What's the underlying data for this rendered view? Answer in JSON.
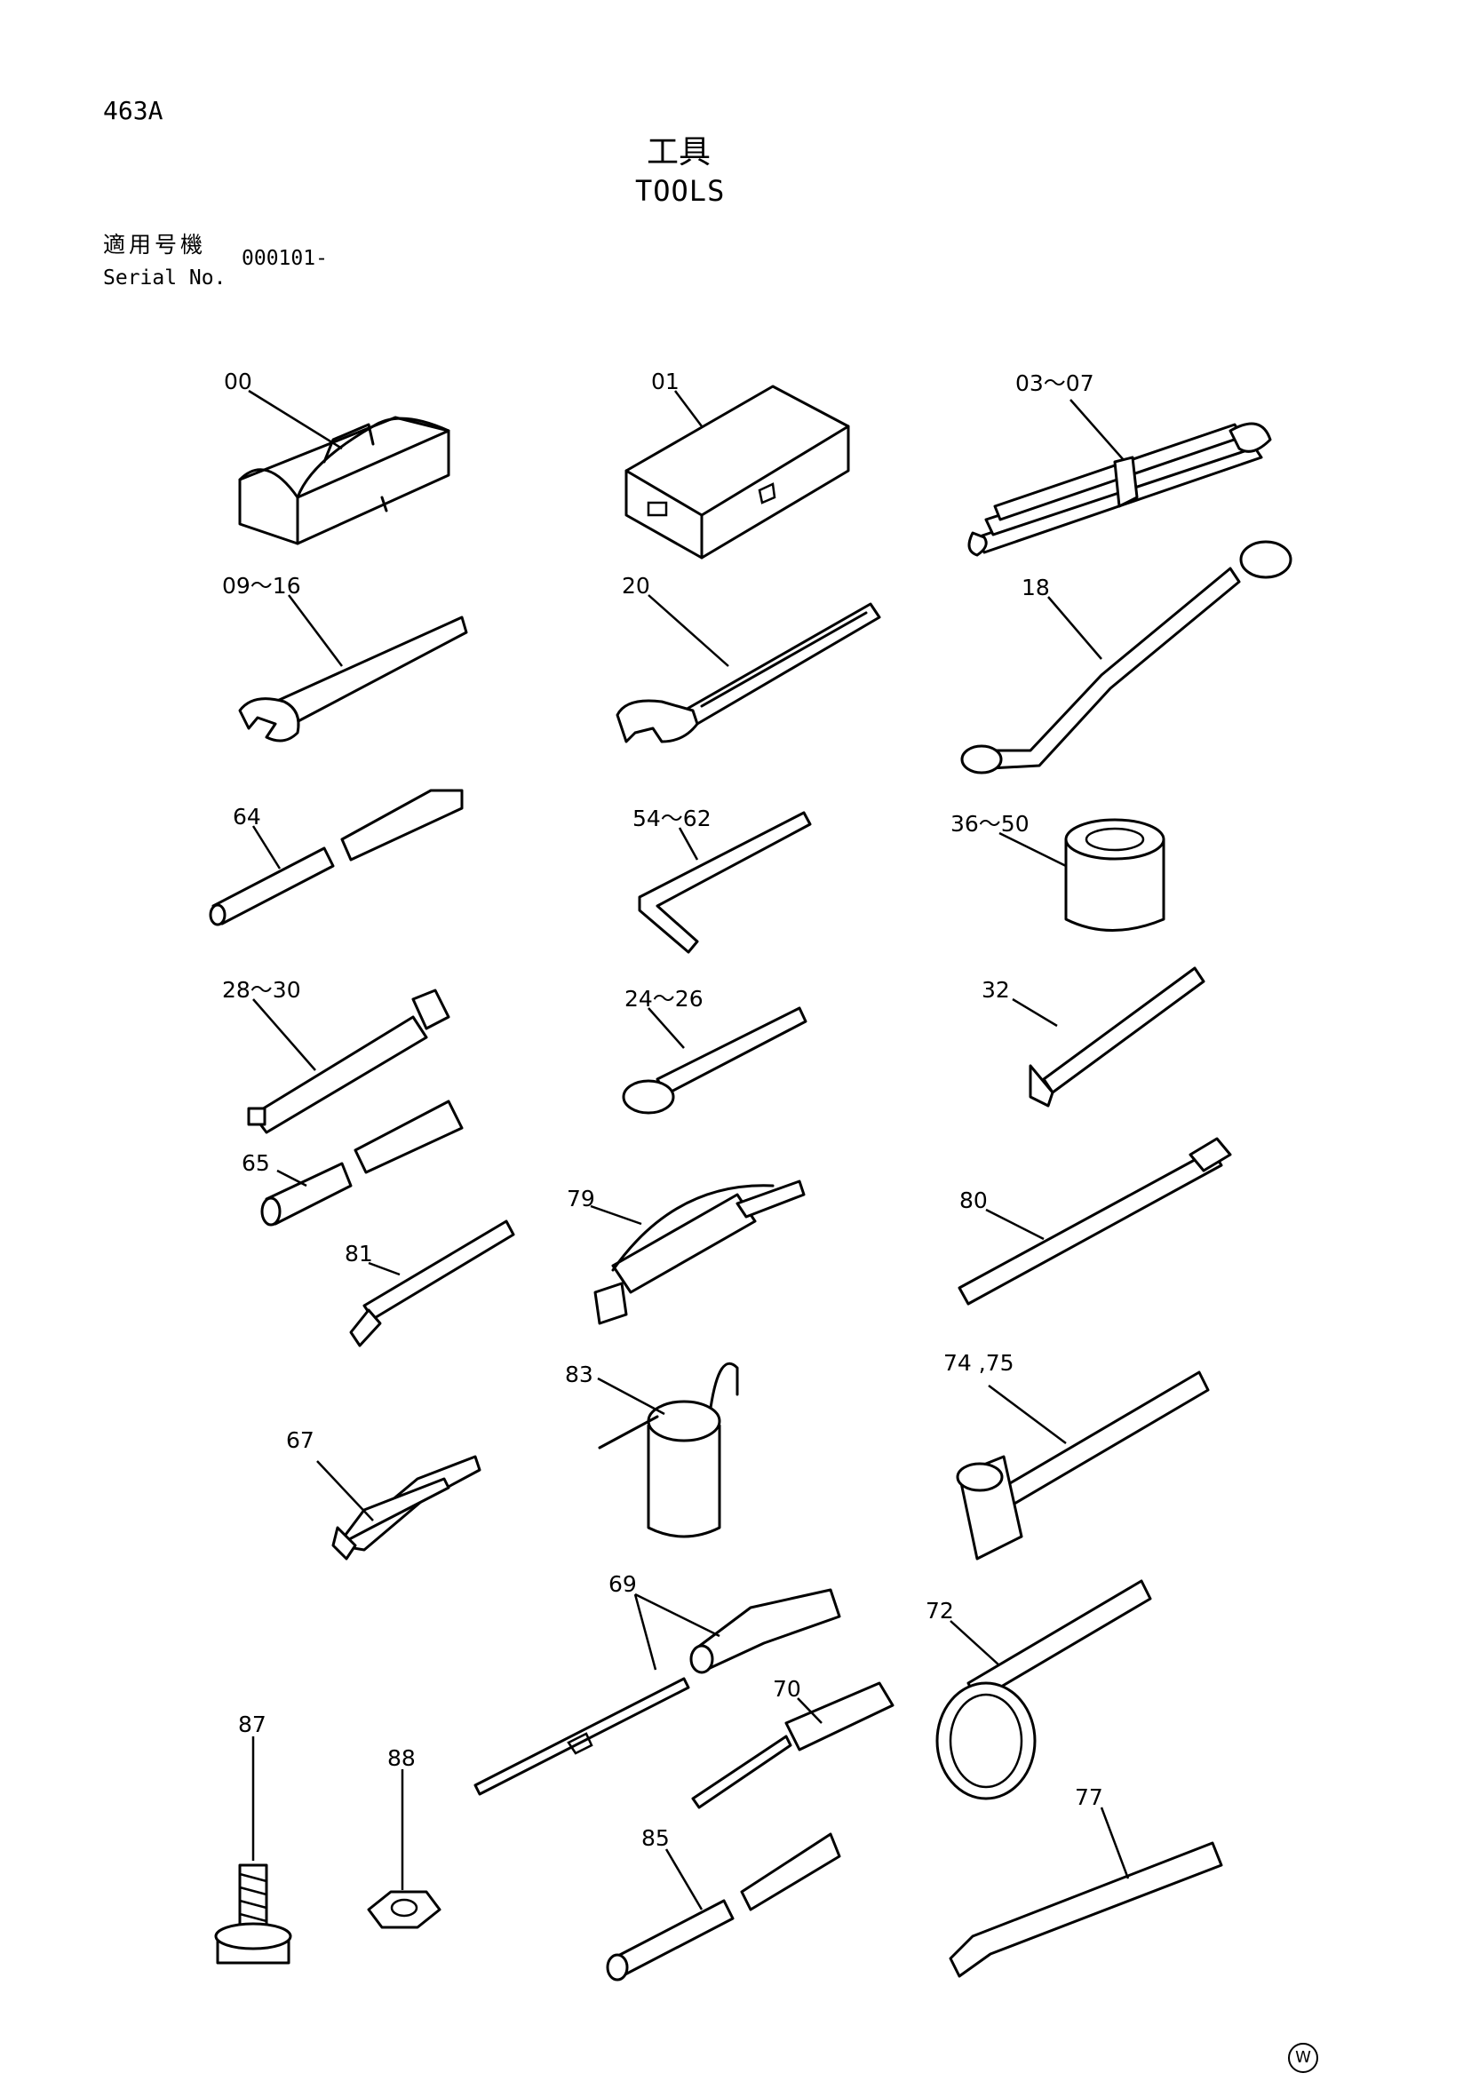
{
  "header": {
    "page_code": "463A",
    "title_ja": "工具",
    "title_en": "TOOLS",
    "serial_label_ja": "適用号機",
    "serial_label_en": "Serial No.",
    "serial_value": "000101-"
  },
  "callouts": {
    "c00": "00",
    "c01": "01",
    "c03_07": "03～07",
    "c09_16": "09～16",
    "c20": "20",
    "c18": "18",
    "c64": "64",
    "c54_62": "54～62",
    "c36_50": "36～50",
    "c28_30": "28～30",
    "c24_26": "24～26",
    "c32": "32",
    "c65": "65",
    "c79": "79",
    "c81": "81",
    "c80": "80",
    "c83": "83",
    "c74_75": "74 ,75",
    "c67": "67",
    "c69": "69",
    "c72": "72",
    "c70": "70",
    "c87": "87",
    "c88": "88",
    "c77": "77",
    "c85": "85"
  },
  "icons": {
    "toolbox": "toolbox-icon",
    "case": "tool-case-icon",
    "wrench_set": "wrench-set-icon",
    "spanner": "spanner-icon",
    "adjustable": "adjustable-wrench-icon",
    "ring": "ring-wrench-icon",
    "pipe": "pipe-icon",
    "hex_key": "hex-key-icon",
    "socket": "socket-icon",
    "extension": "extension-bar-icon",
    "ratchet": "ratchet-handle-icon",
    "l_wrench": "l-wrench-icon",
    "grease_gun": "grease-gun-icon",
    "bent_bar": "bent-bar-icon",
    "torque_bar": "torque-bar-icon",
    "oil_can": "oil-can-icon",
    "hammer": "hammer-icon",
    "pliers": "pliers-icon",
    "screwdriver": "screwdriver-icon",
    "filter_wrench": "filter-wrench-icon",
    "bolt": "bolt-icon",
    "nut": "nut-icon",
    "chisel": "chisel-icon",
    "watermark": "W"
  }
}
